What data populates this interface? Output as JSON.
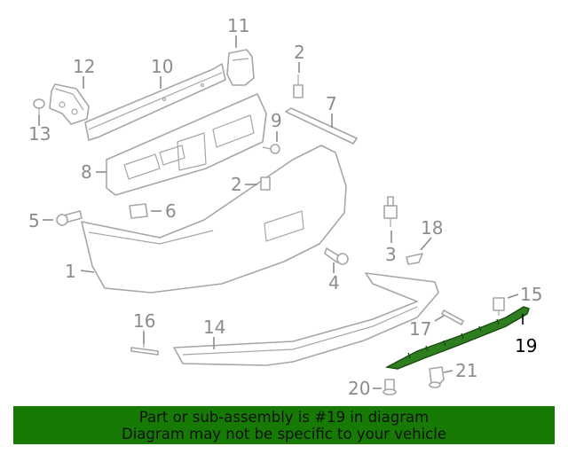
{
  "diagram": {
    "highlight_color": "#2e7d1f",
    "callouts": {
      "c1": "1",
      "c2a": "2",
      "c2b": "2",
      "c3": "3",
      "c4": "4",
      "c5": "5",
      "c6": "6",
      "c7": "7",
      "c8": "8",
      "c9": "9",
      "c10": "10",
      "c11": "11",
      "c12": "12",
      "c13": "13",
      "c14": "14",
      "c15": "15",
      "c16": "16",
      "c17": "17",
      "c18": "18",
      "c19": "19",
      "c20": "20",
      "c21": "21"
    }
  },
  "banner": {
    "line1": "Part or sub-assembly is #19 in diagram",
    "line2": "Diagram may not be specific to your vehicle",
    "background": "#167a04"
  }
}
